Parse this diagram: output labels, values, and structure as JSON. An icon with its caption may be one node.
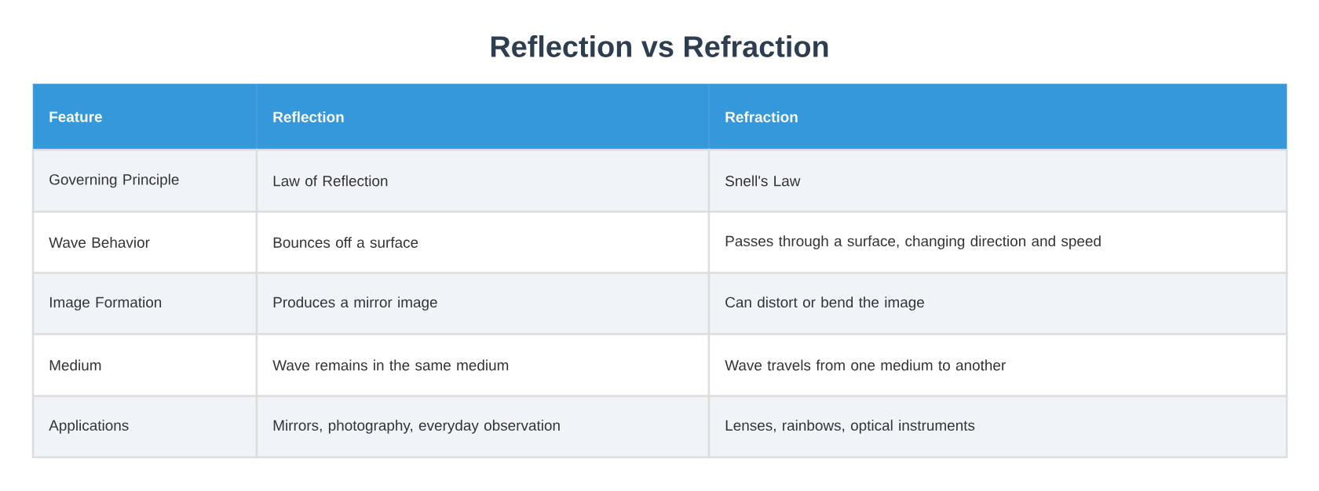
{
  "diagram": {
    "title": "Reflection vs Refraction",
    "labels": [
      "Feature",
      "Reflection",
      "Refraction",
      "Governing Principle",
      "Law of Reflection",
      "Snell's Law",
      "Wave Behavior",
      "Bounces off a surface",
      "Passes through a surface, changing direction and speed",
      "Image Formation",
      "Produces a mirror image",
      "Can distort or bend the image",
      "Medium",
      "Wave remains in the same medium",
      "Wave travels from one medium to another",
      "Applications",
      "Mirrors, photography, everyday observation",
      "Lenses, rainbows, optical instruments"
    ]
  }
}
